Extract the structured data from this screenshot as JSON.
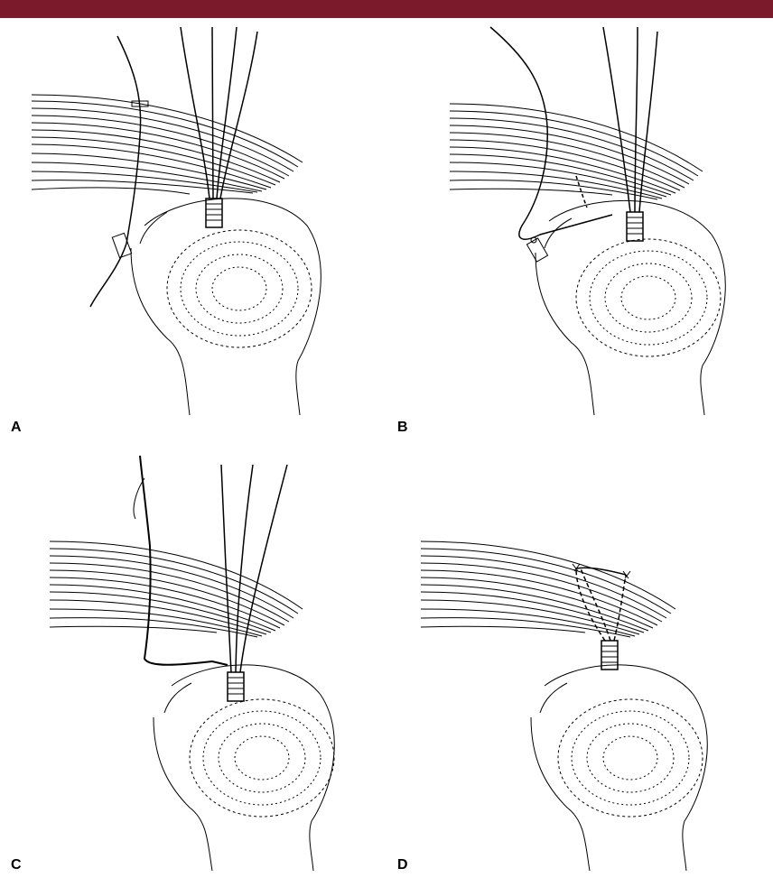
{
  "panels": [
    {
      "id": "A",
      "label": "A"
    },
    {
      "id": "B",
      "label": "B"
    },
    {
      "id": "C",
      "label": "C"
    },
    {
      "id": "D",
      "label": "D"
    }
  ],
  "colors": {
    "header_bar": "#7a1a2a",
    "ink": "#000000"
  }
}
